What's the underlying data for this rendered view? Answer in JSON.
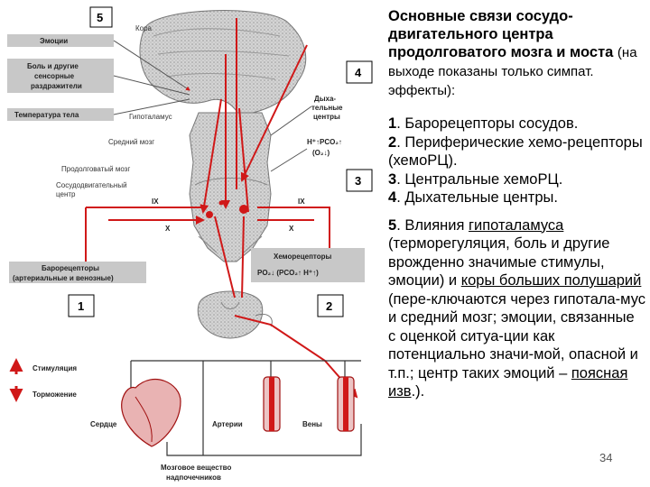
{
  "diagram": {
    "markers": [
      "5",
      "4",
      "3",
      "1",
      "2"
    ],
    "labels": {
      "cortex": "Кора",
      "emotions": "Эмоции",
      "pain_line1": "Боль и другие",
      "pain_line2": "сенсорные",
      "pain_line3": "раздражители",
      "temperature": "Температура тела",
      "hypothalamus": "Гипоталамус",
      "resp_line1": "Дыха-",
      "resp_line2": "тельные",
      "resp_line3": "центры",
      "midbrain": "Средний мозг",
      "chemo_blood_line1": "H⁺↑PCO₂↑",
      "chemo_blood_line2": "(O₂↓)",
      "medulla": "Продолговатый мозг",
      "vasomotor_line1": "Сосудодвигательный",
      "vasomotor_line2": "центр",
      "nerve_left": "IX",
      "nerve_right": "IX",
      "x_left": "X",
      "x_right": "X",
      "baro_line1": "Барорецепторы",
      "baro_line2": "(артериальные и венозные)",
      "chemo_line1": "Хеморецепторы",
      "chemo_line2": "PO₂↓ (PCO₂↑ H⁺↑)",
      "stimulation": "Стимуляция",
      "inhibition": "Торможение",
      "heart": "Сердце",
      "arteries": "Артерии",
      "veins": "Вены",
      "adrenal_line1": "Мозговое вещество",
      "adrenal_line2": "надпочечников"
    }
  },
  "text_panel": {
    "heading_bold": "Основные связи сосудо-двигательного центра продолговатого мозга и моста",
    "heading_note": "(на выходе показаны только симпат. эффекты):",
    "items": [
      {
        "num": "1",
        "text": ". Барорецепторы сосудов."
      },
      {
        "num": "2",
        "text": ". Периферические хемо-рецепторы (хемоРЦ)."
      },
      {
        "num": "3",
        "text": ". Центральные хемоРЦ."
      },
      {
        "num": "4",
        "text": ". Дыхательные центры."
      }
    ],
    "influence": {
      "num": "5",
      "t1": ". Влияния ",
      "hyp": "гипоталамуса ",
      "t2": " (терморегуляция, боль и другие врожденно значимые стимулы, эмоции) и ",
      "cortex": "коры больших полушарий",
      "t3": " (пере-ключаются через гипотала-мус и средний мозг; эмоции, связанные с оценкой ситуа-ции как потенциально значи-мой, опасной и т.п.; центр таких эмоций – ",
      "cingulate": "поясная изв",
      "t4": ".)."
    }
  },
  "page_number": "34",
  "colors": {
    "red": "#d01818",
    "box": "#c8c8c8",
    "brain": "#b8b8b8"
  }
}
